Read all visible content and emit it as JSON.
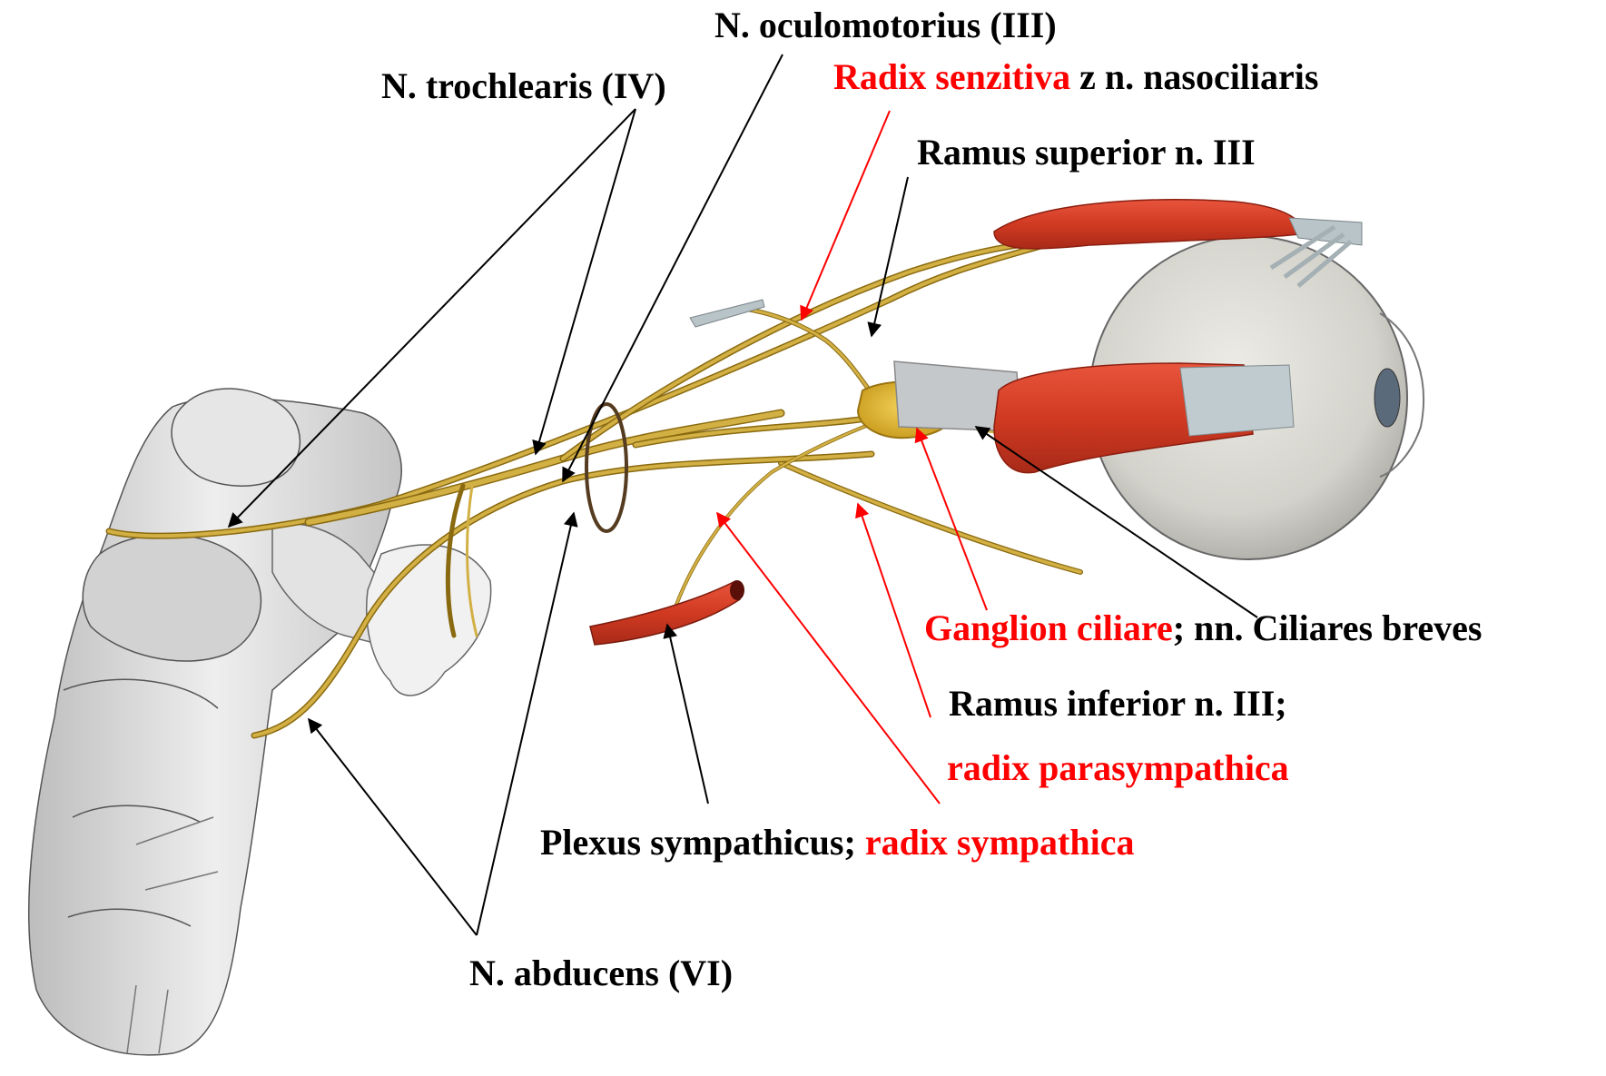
{
  "colors": {
    "text_black": "#000000",
    "text_red": "#ff0000",
    "nerve": "#c8a634",
    "nerve_dark": "#8a6a10",
    "muscle": "#d8402a",
    "tendon": "#b8c4c8",
    "brainstem": "#d9d9d9",
    "eyeball": "#d6d6cf"
  },
  "labels": {
    "oculomotorius": "N. oculomotorius (III)",
    "trochlearis": "N. trochlearis (IV)",
    "radix_senzitiva": "Radix senzitiva",
    "radix_senzitiva_rest": " z n. nasociliaris",
    "ramus_superior": "Ramus superior n. III",
    "ganglion_ciliare": "Ganglion ciliare",
    "ganglion_rest": "; nn. Ciliares breves",
    "ramus_inferior": "Ramus inferior n. III;",
    "radix_parasympathica": "radix parasympathica",
    "plexus_sympathicus": "Plexus sympathicus; ",
    "radix_sympathica": "radix sympathica",
    "abducens": "N. abducens (VI)"
  }
}
